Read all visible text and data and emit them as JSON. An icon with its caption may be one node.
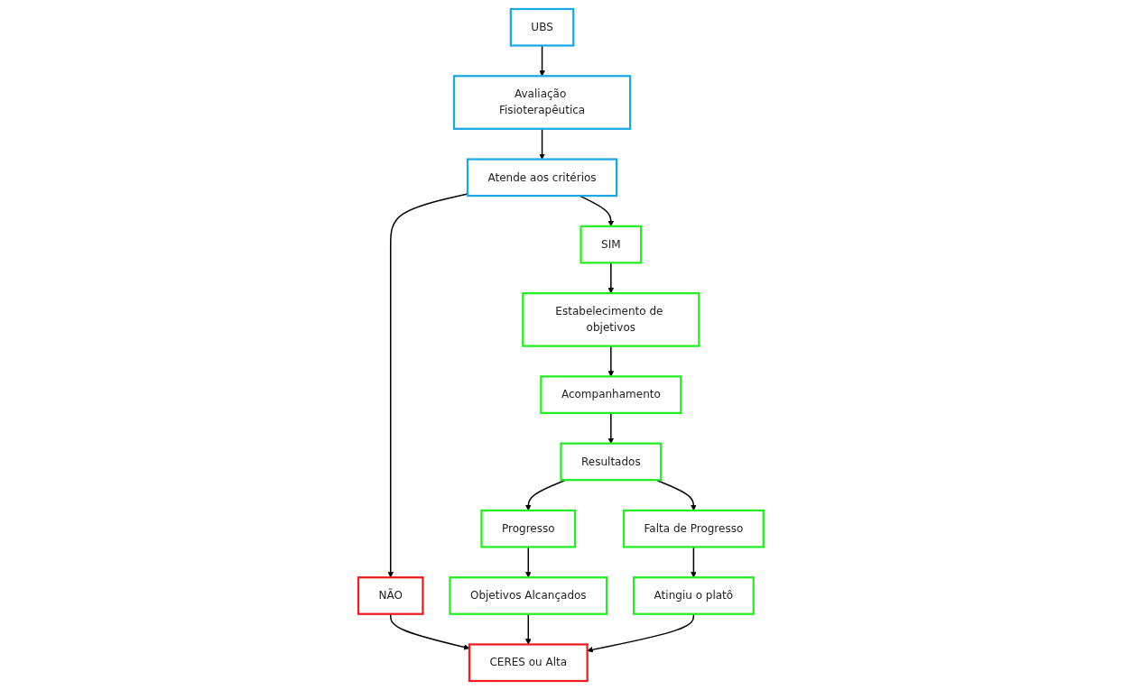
{
  "diagram": {
    "nodes": [
      {
        "text": [
          "UBS"
        ]
      },
      {
        "text": [
          "Avaliação Fisioterapêutica"
        ]
      },
      {
        "text": [
          "SIM"
        ]
      },
      {
        "text": [
          "Atende aos critérios"
        ]
      },
      {
        "text": [
          "NÃO"
        ]
      },
      {
        "text": [
          "Estabelecimento de objetivos"
        ]
      },
      {
        "text": [
          "Acompanhamento"
        ]
      },
      {
        "text": [
          "Resultados"
        ]
      },
      {
        "text": [
          "Progresso"
        ]
      },
      {
        "text": [
          "Falta de Progresso"
        ]
      },
      {
        "text": [
          "Objetivos Alcançados"
        ]
      },
      {
        "text": [
          "Atingiu o platô"
        ]
      },
      {
        "text": [
          "CERES ou Alta"
        ]
      }
    ],
    "edges": [
      {
        "from": 0,
        "to": 1,
        "arrow": "to"
      },
      {
        "from": 1,
        "to": 3,
        "arrow": "to"
      },
      {
        "from": 3,
        "to": 2,
        "arrow": "to"
      },
      {
        "from": 3,
        "to": 4,
        "arrow": "to"
      },
      {
        "from": 2,
        "to": 5,
        "arrow": "to"
      },
      {
        "from": 5,
        "to": 6,
        "arrow": "to"
      },
      {
        "from": 6,
        "to": 7,
        "arrow": "to"
      },
      {
        "from": 7,
        "to": 8,
        "arrow": "to"
      },
      {
        "from": 7,
        "to": 9,
        "arrow": "to"
      },
      {
        "from": 8,
        "to": 10,
        "arrow": "to"
      },
      {
        "from": 9,
        "to": 11,
        "arrow": "to"
      },
      {
        "from": 4,
        "to": 12,
        "arrow": "to"
      },
      {
        "from": 10,
        "to": 12,
        "arrow": "to"
      },
      {
        "from": 11,
        "to": 12,
        "arrow": "to"
      }
    ]
  }
}
